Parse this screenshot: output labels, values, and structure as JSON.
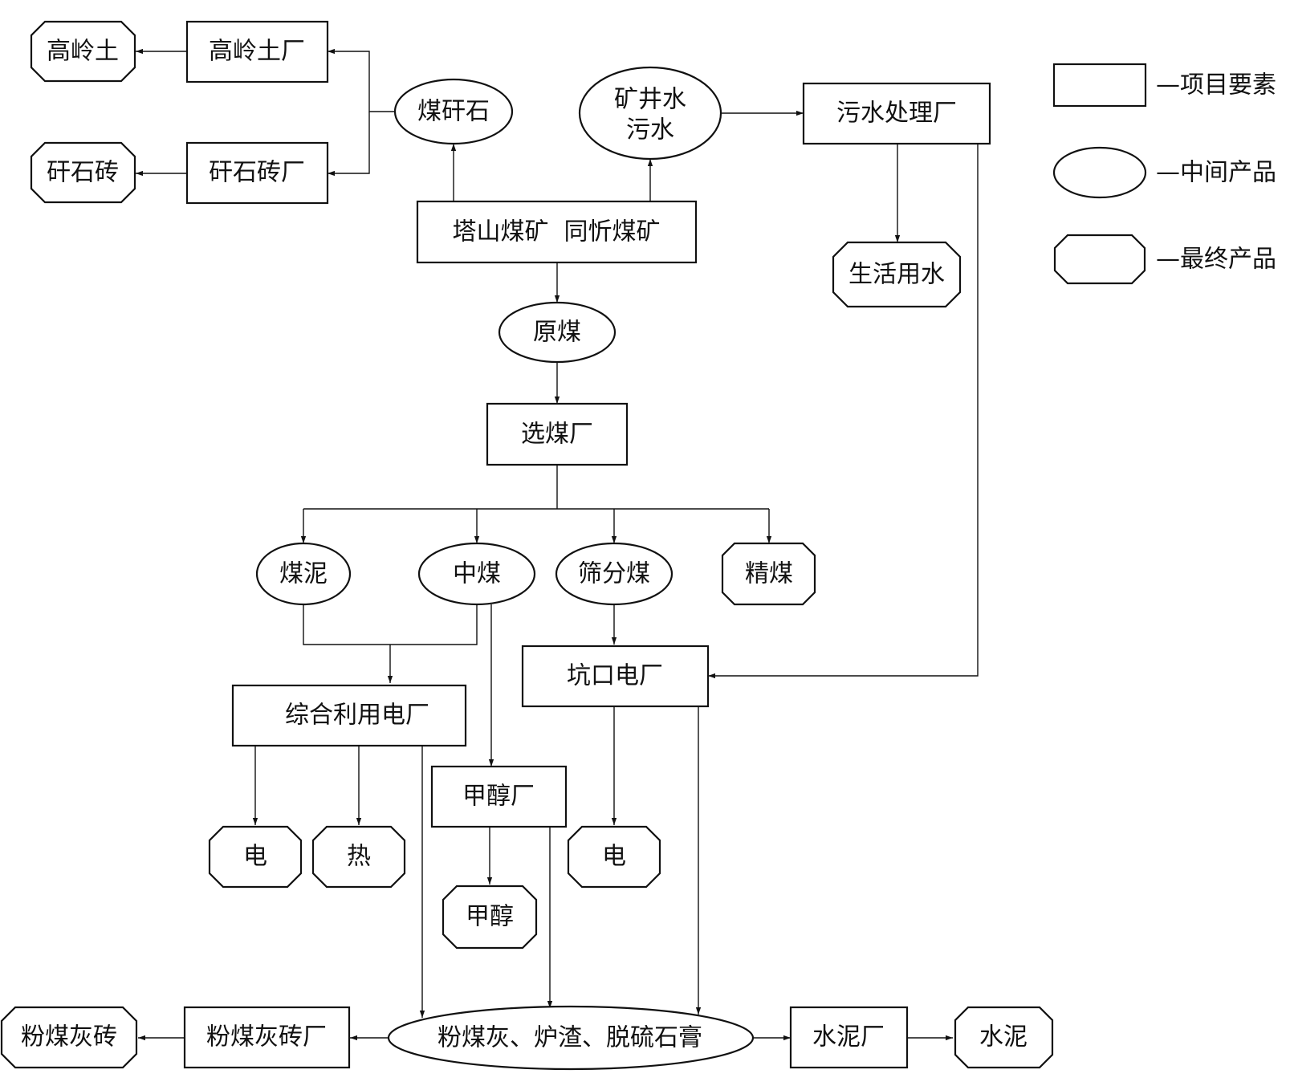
{
  "nodes": {
    "gaolingtu_chang": "高岭土厂",
    "gaolingtu": "高岭土",
    "ganshizhuan_chang": "矸石砖厂",
    "ganshizhuan": "矸石砖",
    "meiganshi": "煤矸石",
    "kuangjingshui_1": "矿井水",
    "kuangjingshui_2": "污水",
    "wushui_chang": "污水处理厂",
    "shenghuo_yongshui": "生活用水",
    "meikuang": "塔山煤矿  同忻煤矿",
    "yuanmei": "原煤",
    "xuanmei_chang": "选煤厂",
    "meini": "煤泥",
    "zhongmei": "中煤",
    "shaifenmei": "筛分煤",
    "jingmei": "精煤",
    "kengkou_dianchang": "坑口电厂",
    "zonghe_dianchang": "综合利用电厂",
    "jiachun_chang": "甲醇厂",
    "dian_1": "电",
    "re": "热",
    "dian_2": "电",
    "jiachun": "甲醇",
    "fenmeihui": "粉煤灰、炉渣、脱硫石膏",
    "fenmeihuizhuan_chang": "粉煤灰砖厂",
    "fenmeihuizhuan": "粉煤灰砖",
    "shuini_chang": "水泥厂",
    "shuini": "水泥"
  },
  "legend": {
    "rect_label": "—项目要素",
    "ellipse_label": "—中间产品",
    "octagon_label": "—最终产品"
  }
}
